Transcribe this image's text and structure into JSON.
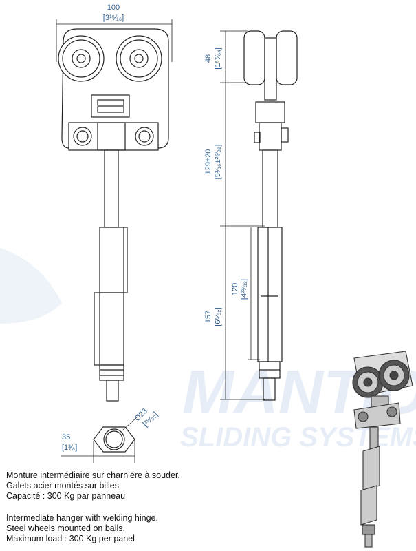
{
  "watermark": {
    "brand": "MANTION",
    "tagline": "SLIDING SYSTEMS"
  },
  "dimensions": {
    "width": {
      "mm": "100",
      "inch": "[3¹⁵⁄₁₆]"
    },
    "wheel_height": {
      "mm": "48",
      "inch": "[1⁵⁷⁄₆₄]"
    },
    "adjustable_height": {
      "mm": "129±20",
      "inch": "[5¹⁄₁₆±²⁵⁄₃₂]"
    },
    "lower_length": {
      "mm": "157",
      "inch": "[6⁵⁄₃₂]"
    },
    "sleeve_length": {
      "mm": "120",
      "inch": "[4²³⁄₃₂]"
    },
    "rod_diameter": {
      "mm": "Ø23",
      "inch": "[²⁹⁄₃₂]"
    },
    "hinge_width": {
      "mm": "35",
      "inch": "[1³⁄₈]"
    }
  },
  "description_fr": [
    "Monture intermédiaire sur charniére à souder.",
    "Galets acier montés sur billes",
    "Capacité : 300 Kg par panneau"
  ],
  "description_en": [
    "Intermediate hanger with welding hinge.",
    "Steel wheels mounted on balls.",
    "Maximum load : 300 Kg per panel"
  ],
  "colors": {
    "dimension": "#2f5f8f",
    "line": "#222222",
    "watermark": "#e6edf6"
  }
}
